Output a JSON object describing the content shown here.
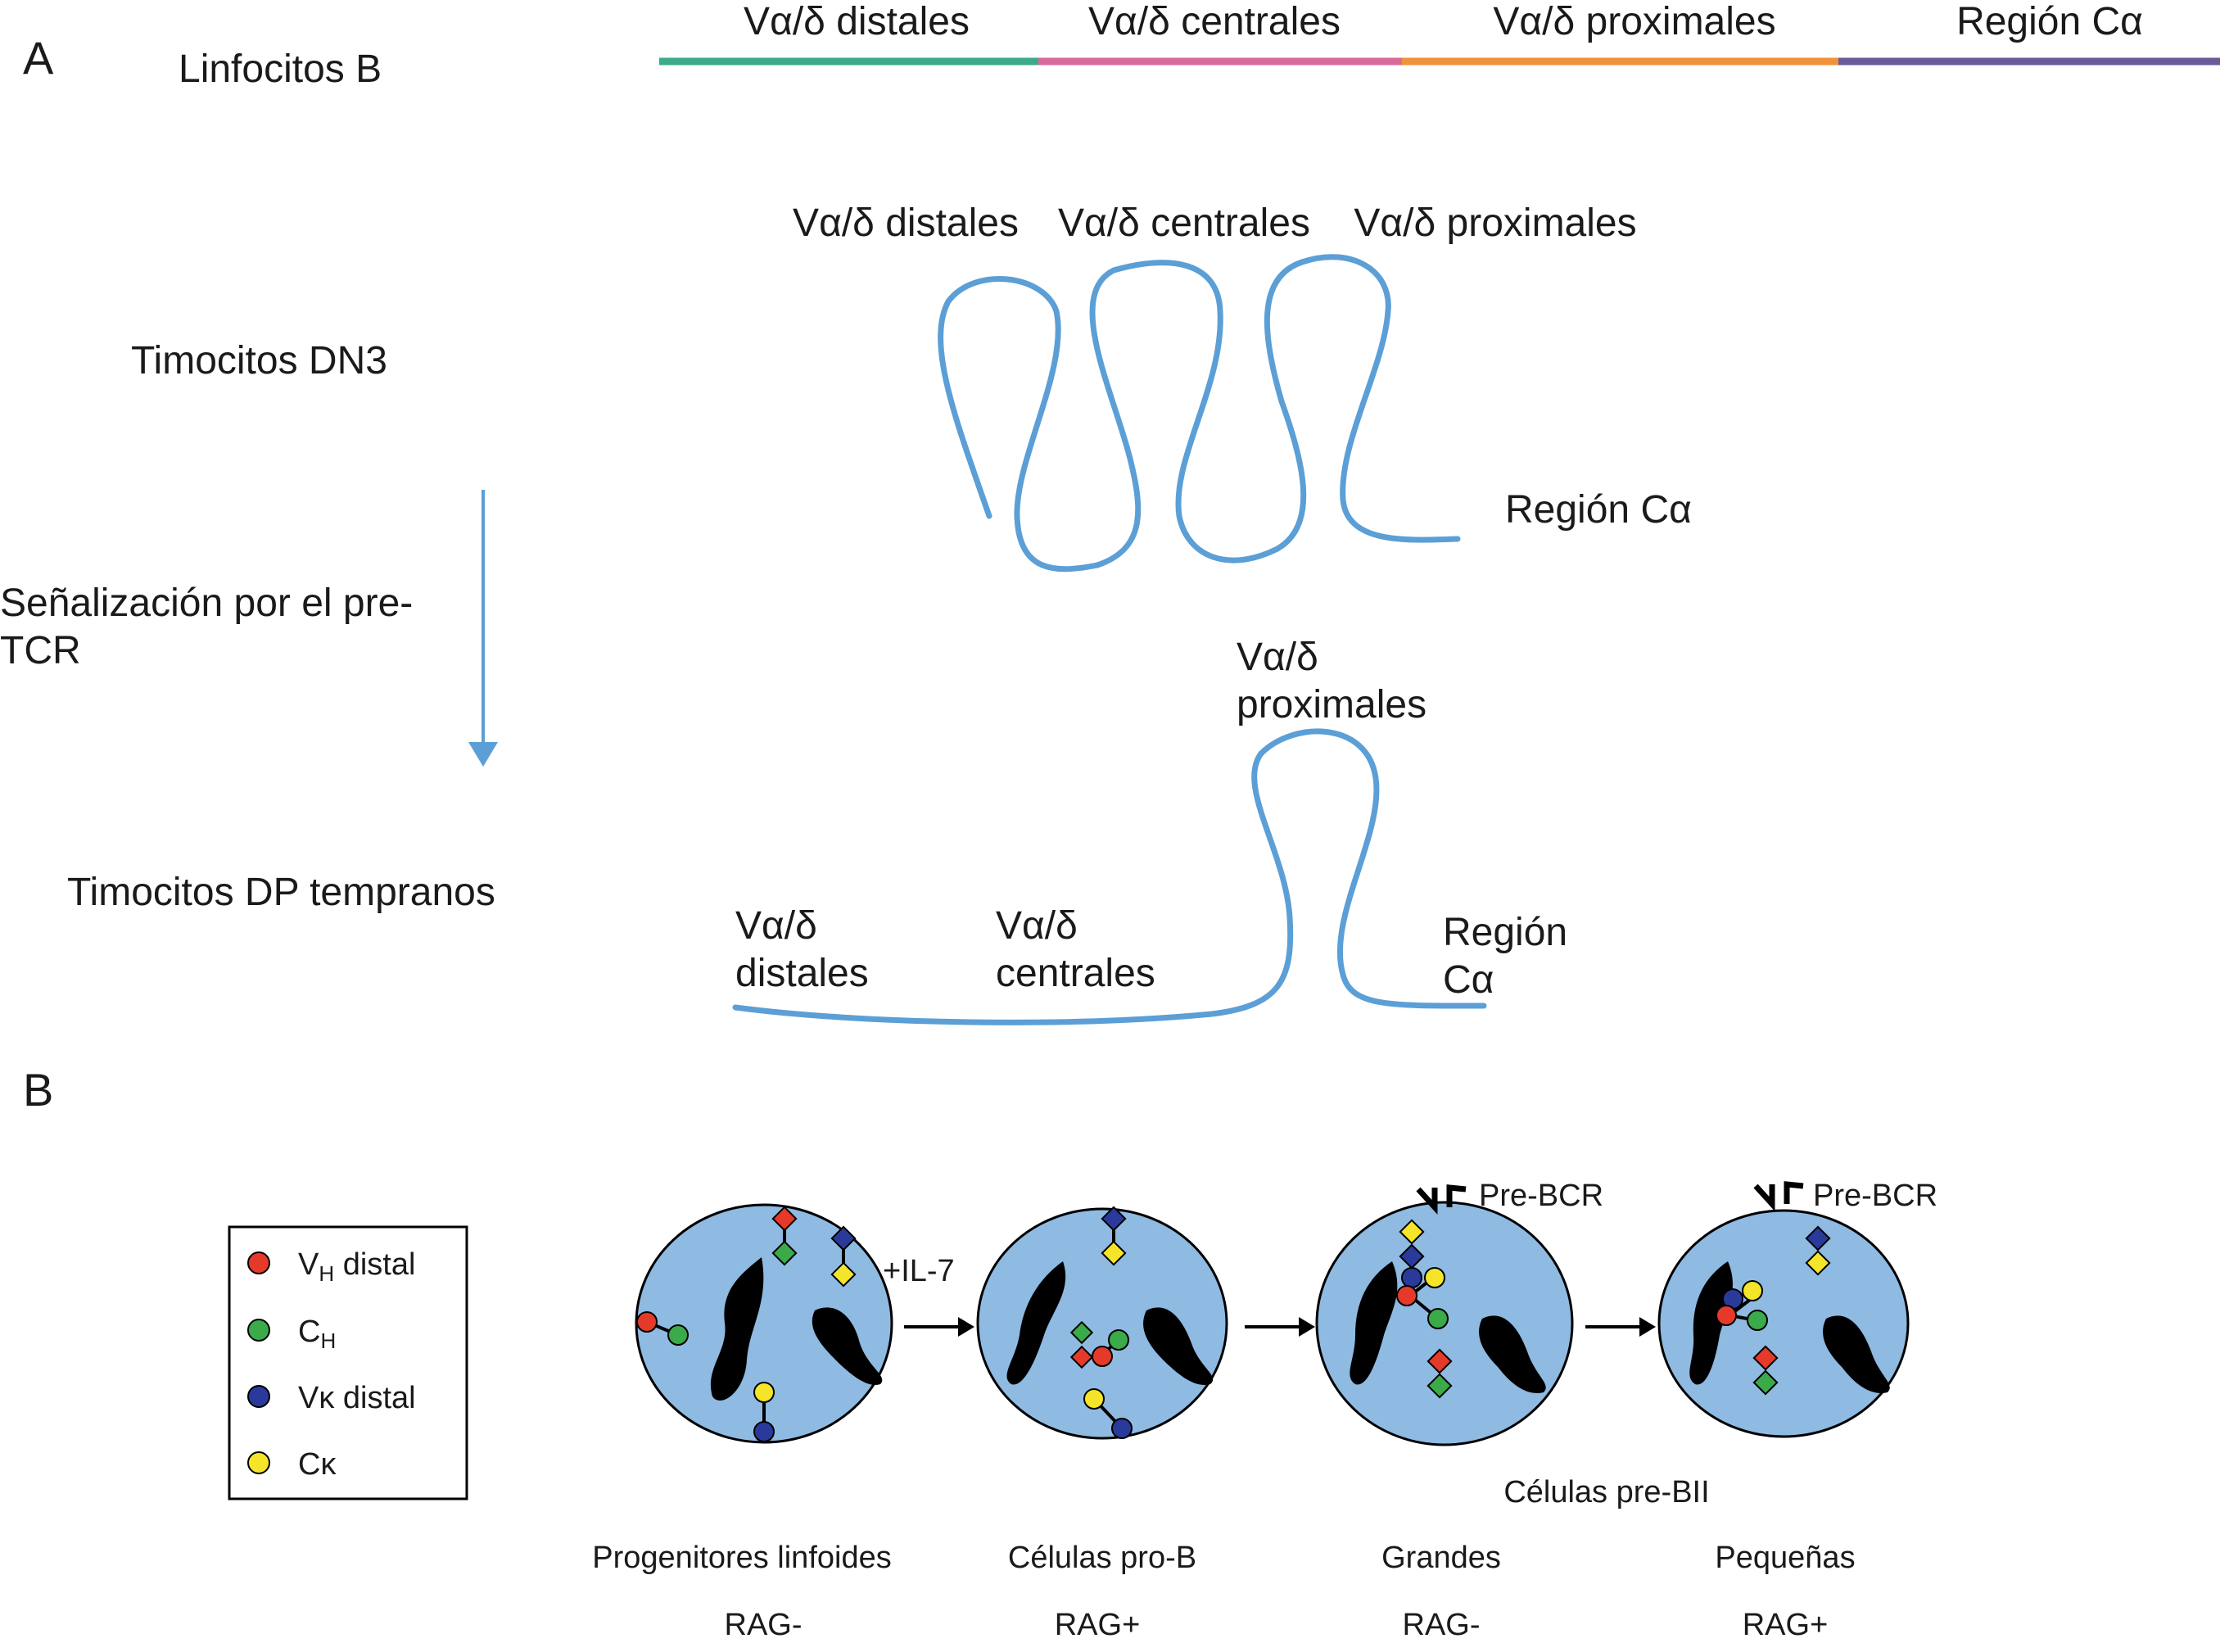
{
  "panel_a": {
    "label": "A",
    "b_cells": "Linfocitos B",
    "dn3": "Timocitos DN3",
    "signal": [
      "Señalización por el pre-",
      "TCR"
    ],
    "dp": "Timocitos DP tempranos",
    "bar": {
      "segments": [
        {
          "label": "Vα/δ distales",
          "color": "#3daa8a"
        },
        {
          "label": "Vα/δ centrales",
          "color": "#d86a9a"
        },
        {
          "label": "Vα/δ proximales",
          "color": "#f0923a"
        },
        {
          "label": "Región Cα",
          "color": "#6a5a9a"
        }
      ]
    },
    "dn3_labels": {
      "distal": "Vα/δ distales",
      "central": "Vα/δ centrales",
      "proximal": "Vα/δ proximales",
      "region": "Región Cα"
    },
    "dp_labels": {
      "proximal": [
        "Vα/δ",
        "proximales"
      ],
      "distal": [
        "Vα/δ",
        "distales"
      ],
      "central": [
        "Vα/δ",
        "centrales"
      ],
      "region": [
        "Región",
        "Cα"
      ]
    },
    "chromatin_color": "#5b9fd6"
  },
  "panel_b": {
    "label": "B",
    "legend": [
      {
        "main": "V",
        "sub": "H",
        "rest": " distal",
        "color": "#e53a2a"
      },
      {
        "main": "C",
        "sub": "H",
        "rest": "",
        "color": "#3aaa4a"
      },
      {
        "main": "Vκ",
        "sub": "",
        "rest": " distal",
        "color": "#2a3a9a"
      },
      {
        "main": "Cκ",
        "sub": "",
        "rest": "",
        "color": "#f4e42a"
      }
    ],
    "il7": "+IL-7",
    "pre_bcr": "Pre-BCR",
    "pre_bii": "Células pre-BII",
    "stages": [
      {
        "name": "Progenitores linfoides",
        "rag": "RAG-"
      },
      {
        "name": "Células pro-B",
        "rag": "RAG+"
      },
      {
        "name": "Grandes",
        "rag": "RAG-"
      },
      {
        "name": "Pequeñas",
        "rag": "RAG+"
      }
    ],
    "nucleus_color": "#8fbae2"
  }
}
